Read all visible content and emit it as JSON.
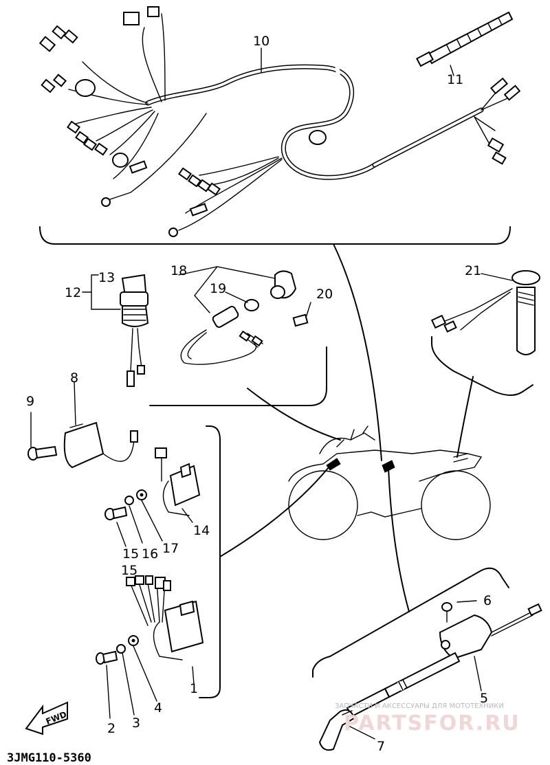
{
  "diagram": {
    "callouts": [
      {
        "id": "c10",
        "label": "10"
      },
      {
        "id": "c11",
        "label": "11"
      },
      {
        "id": "c12",
        "label": "12"
      },
      {
        "id": "c13",
        "label": "13"
      },
      {
        "id": "c18",
        "label": "18"
      },
      {
        "id": "c19",
        "label": "19"
      },
      {
        "id": "c20",
        "label": "20"
      },
      {
        "id": "c21",
        "label": "21"
      },
      {
        "id": "c8",
        "label": "8"
      },
      {
        "id": "c9",
        "label": "9"
      },
      {
        "id": "c14",
        "label": "14"
      },
      {
        "id": "c15a",
        "label": "15"
      },
      {
        "id": "c16",
        "label": "16"
      },
      {
        "id": "c17",
        "label": "17"
      },
      {
        "id": "c15b",
        "label": "15"
      },
      {
        "id": "c6",
        "label": "6"
      },
      {
        "id": "c5",
        "label": "5"
      },
      {
        "id": "c1",
        "label": "1"
      },
      {
        "id": "c4",
        "label": "4"
      },
      {
        "id": "c3",
        "label": "3"
      },
      {
        "id": "c2",
        "label": "2"
      },
      {
        "id": "c7",
        "label": "7"
      }
    ],
    "diagram_code": "3JMG110-5360",
    "fwd_label": "FWD"
  },
  "watermark": {
    "line1": "ЗАПЧАСТИ И АКСЕССУАРЫ ДЛЯ МОТОТЕХНИКИ",
    "line2": "PARTSFOR.RU"
  }
}
